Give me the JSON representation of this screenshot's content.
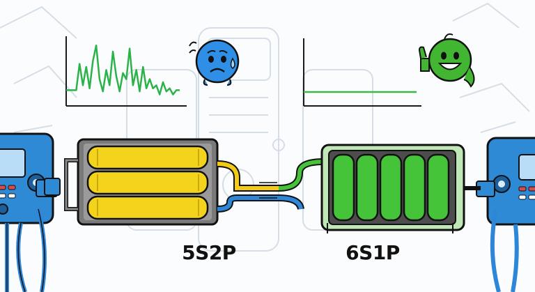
{
  "labels": {
    "left_pack": "5S2P",
    "right_pack": "6S1P"
  },
  "colors": {
    "yellow_cell": "#f4d31d",
    "green_cell": "#45c43a",
    "charger_blue": "#2f8ad6",
    "yellow_wire": "#f3cb16",
    "blue_wire": "#2e86d8",
    "noisy_signal": "#2bb34a",
    "flat_signal": "#3cb84a",
    "sad_face": "#2f8fe6",
    "happy_face": "#42b533"
  },
  "icons": {
    "left_emoji": "worried-face-icon",
    "right_emoji": "thumbs-up-face-icon",
    "left_device": "charger-icon",
    "right_device": "charger-icon"
  },
  "signal": {
    "noisy": [
      0.12,
      0.12,
      0.12,
      0.12,
      0.55,
      0.2,
      0.5,
      0.15,
      0.6,
      0.85,
      0.3,
      0.1,
      0.45,
      0.2,
      0.75,
      0.35,
      0.1,
      0.4,
      0.3,
      0.8,
      0.2,
      0.45,
      0.1,
      0.5,
      0.15,
      0.3,
      0.15,
      0.2,
      0.05,
      0.25,
      0.1,
      0.15,
      0.05,
      0.12,
      0.12
    ],
    "flat_level": 0.13
  }
}
